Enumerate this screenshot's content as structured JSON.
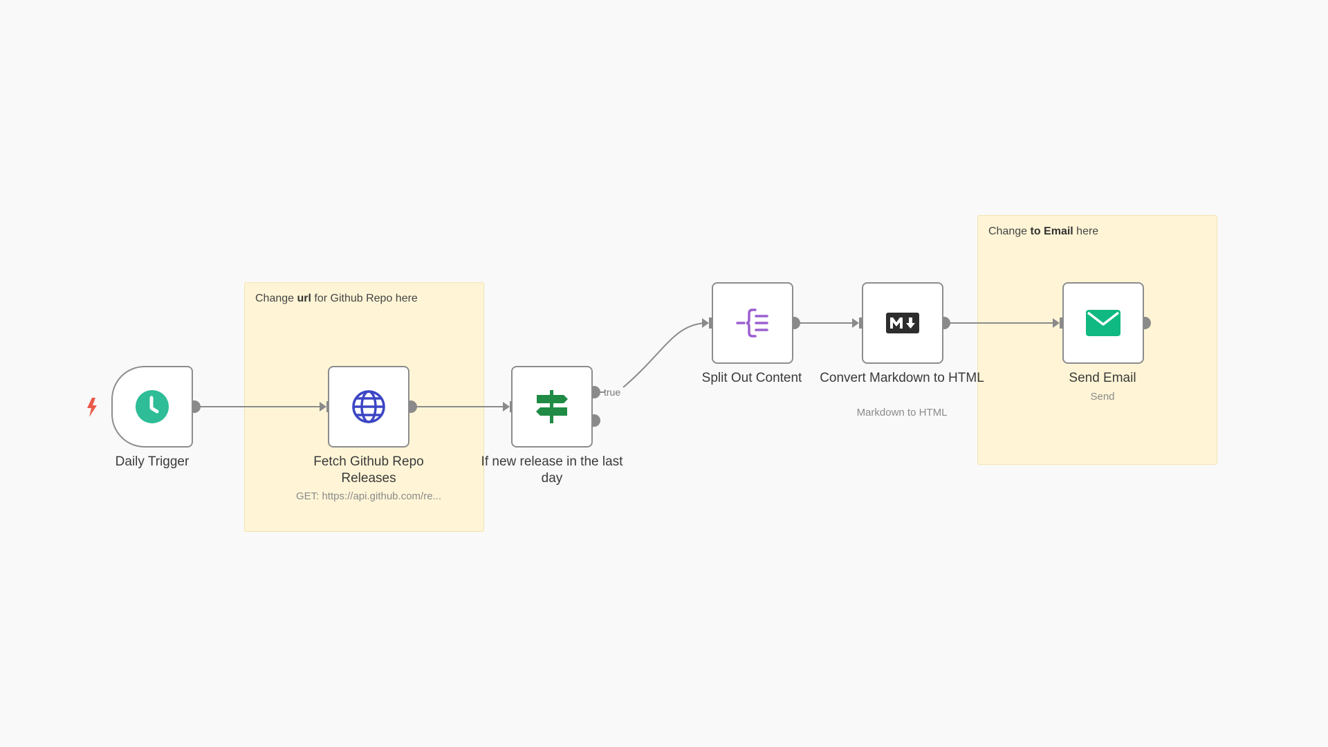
{
  "workflow": {
    "stickies": [
      {
        "prefix": "Change ",
        "bold": "url",
        "suffix": " for Github Repo here"
      },
      {
        "prefix": "Change ",
        "bold": "to Email",
        "suffix": " here"
      }
    ],
    "nodes": [
      {
        "label": "Daily Trigger",
        "subtitle": "",
        "icon": "clock-icon"
      },
      {
        "label": "Fetch Github Repo Releases",
        "subtitle": "GET: https://api.github.com/re...",
        "icon": "globe-icon"
      },
      {
        "label": "If new release in the last day",
        "subtitle": "",
        "icon": "signpost-icon"
      },
      {
        "label": "Split Out Content",
        "subtitle": "",
        "icon": "split-out-icon"
      },
      {
        "label": "Convert Markdown to HTML",
        "subtitle": "Markdown to HTML",
        "icon": "markdown-icon"
      },
      {
        "label": "Send Email",
        "subtitle": "Send",
        "icon": "envelope-icon"
      }
    ],
    "if_true_label": "true"
  },
  "colors": {
    "canvas_bg": "#f9f9f9",
    "sticky_bg": "#fff5d6",
    "node_border": "#8c8c8c",
    "connector": "#8a8a8a",
    "trigger_bolt": "#ea5a4a",
    "clock": "#2ebd96",
    "globe": "#3b45c4",
    "signpost": "#1f8b45",
    "split_out": "#9b5fd1",
    "markdown": "#2d2d2d",
    "envelope": "#10b981"
  }
}
